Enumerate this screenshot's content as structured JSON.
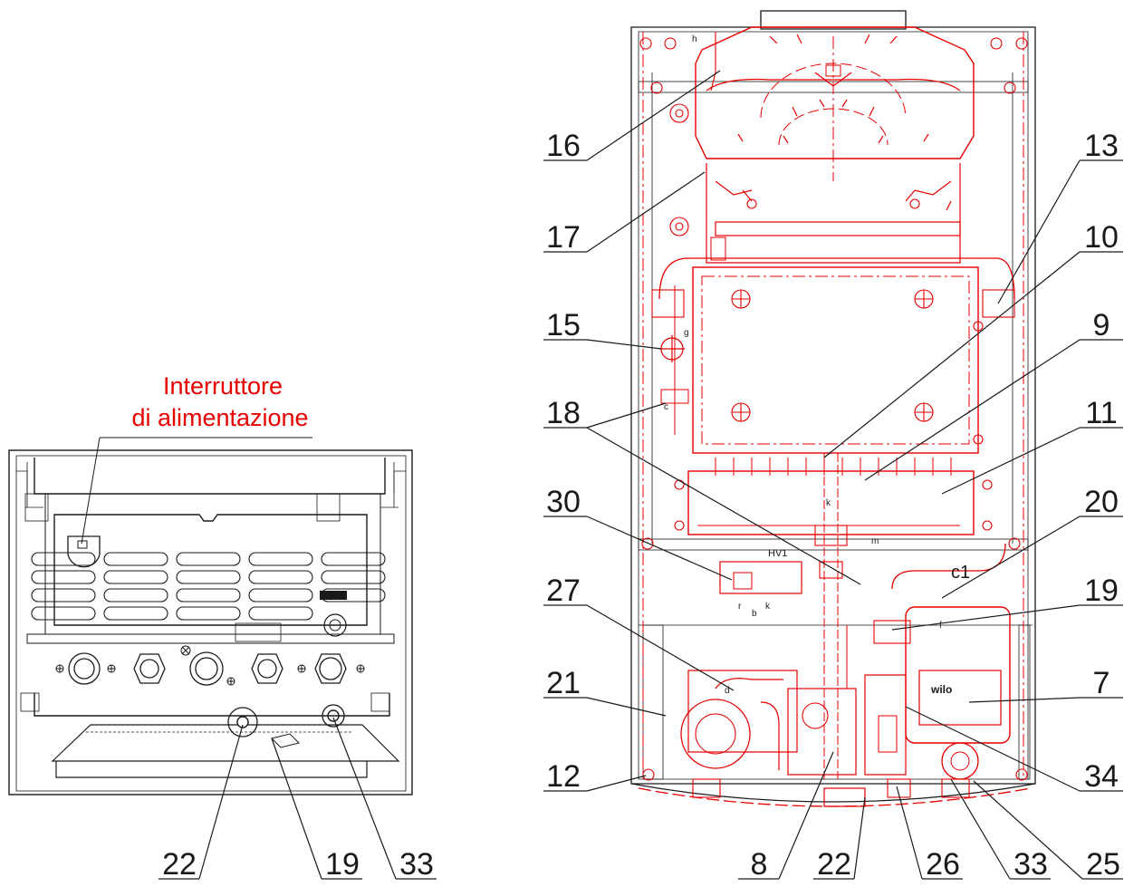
{
  "power_switch": {
    "line1": "Interruttore",
    "line2": "di alimentazione"
  },
  "left_view_callouts": [
    {
      "id": "l22",
      "label": "22"
    },
    {
      "id": "l19",
      "label": "19"
    },
    {
      "id": "l33",
      "label": "33"
    }
  ],
  "right_view_callouts_left_side": [
    {
      "id": "r16",
      "label": "16"
    },
    {
      "id": "r17",
      "label": "17"
    },
    {
      "id": "r15",
      "label": "15"
    },
    {
      "id": "r18",
      "label": "18"
    },
    {
      "id": "r30",
      "label": "30"
    },
    {
      "id": "r27",
      "label": "27"
    },
    {
      "id": "r21",
      "label": "21"
    },
    {
      "id": "r12",
      "label": "12"
    }
  ],
  "right_view_callouts_right_side": [
    {
      "id": "r13",
      "label": "13"
    },
    {
      "id": "r10",
      "label": "10"
    },
    {
      "id": "r9",
      "label": "9"
    },
    {
      "id": "r11",
      "label": "11"
    },
    {
      "id": "r20",
      "label": "20"
    },
    {
      "id": "r19",
      "label": "19"
    },
    {
      "id": "r7",
      "label": "7"
    },
    {
      "id": "r34",
      "label": "34"
    }
  ],
  "right_view_callouts_bottom": [
    {
      "id": "b8",
      "label": "8"
    },
    {
      "id": "b22",
      "label": "22"
    },
    {
      "id": "b26",
      "label": "26"
    },
    {
      "id": "b33",
      "label": "33"
    },
    {
      "id": "b25",
      "label": "25"
    }
  ],
  "small_labels": {
    "hv1": "HV1",
    "c1": "c1",
    "pump_brand": "wilo",
    "h": "h",
    "g": "g",
    "c": "c",
    "k": "k",
    "m": "m",
    "f": "f",
    "d": "d",
    "r": "r",
    "k2": "k",
    "b": "b"
  },
  "colors": {
    "line_black": "#1a1a1a",
    "accent_red": "#e60000"
  }
}
